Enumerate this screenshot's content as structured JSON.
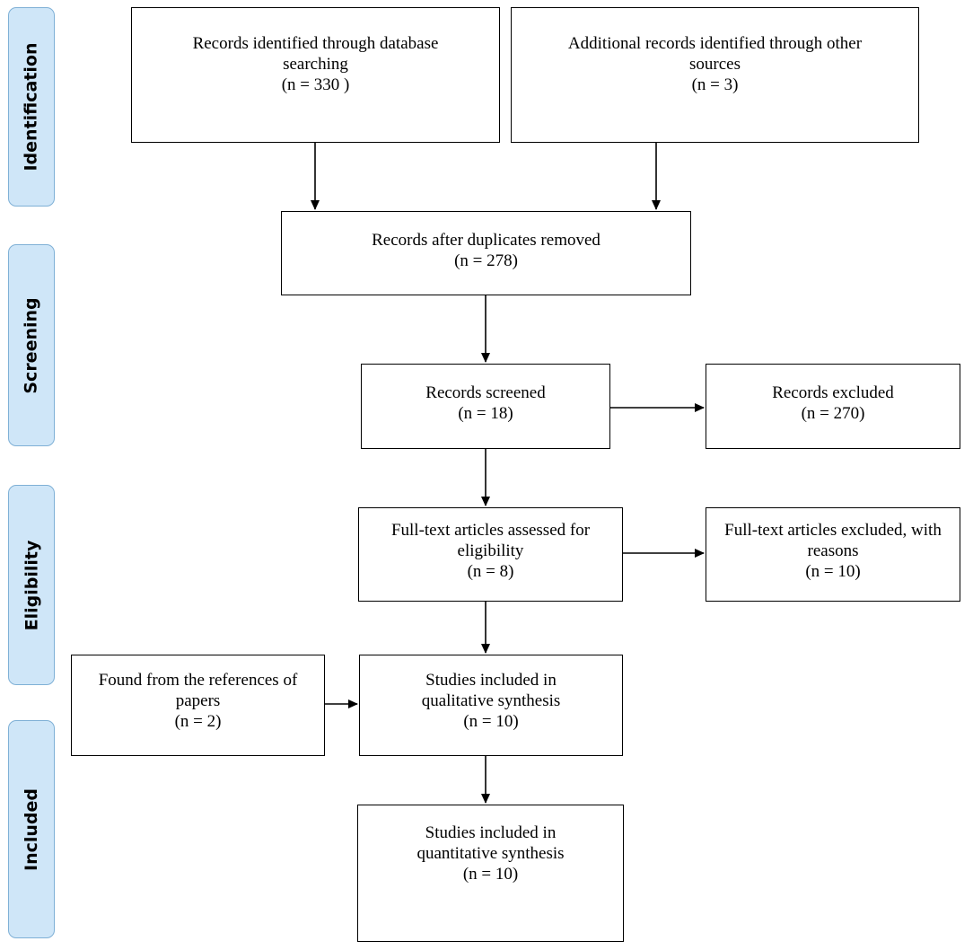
{
  "phases": [
    "Identification",
    "Screening",
    "Eligibility",
    "Included"
  ],
  "boxes": {
    "db_search": {
      "text": "Records identified through database searching",
      "count": "(n = 330    )"
    },
    "other_sources": {
      "text": "Additional records identified through other sources",
      "count": "(n = 3)"
    },
    "dedup": {
      "text": "Records after duplicates removed",
      "count": "(n = 278)"
    },
    "screened": {
      "text": "Records screened",
      "count": "(n = 18)"
    },
    "excluded": {
      "text": "Records excluded",
      "count": "(n = 270)"
    },
    "fulltext": {
      "text": "Full-text articles assessed for eligibility",
      "count": "(n = 8)"
    },
    "ft_excluded": {
      "text": "Full-text articles excluded, with reasons",
      "count": "(n = 10)"
    },
    "references": {
      "text": "Found from the references of papers",
      "count": "(n = 2)"
    },
    "qualitative": {
      "text": "Studies included in qualitative synthesis",
      "count": "(n = 10)"
    },
    "quantitative": {
      "text": "Studies included in quantitative synthesis",
      "count": "(n = 10)"
    }
  }
}
